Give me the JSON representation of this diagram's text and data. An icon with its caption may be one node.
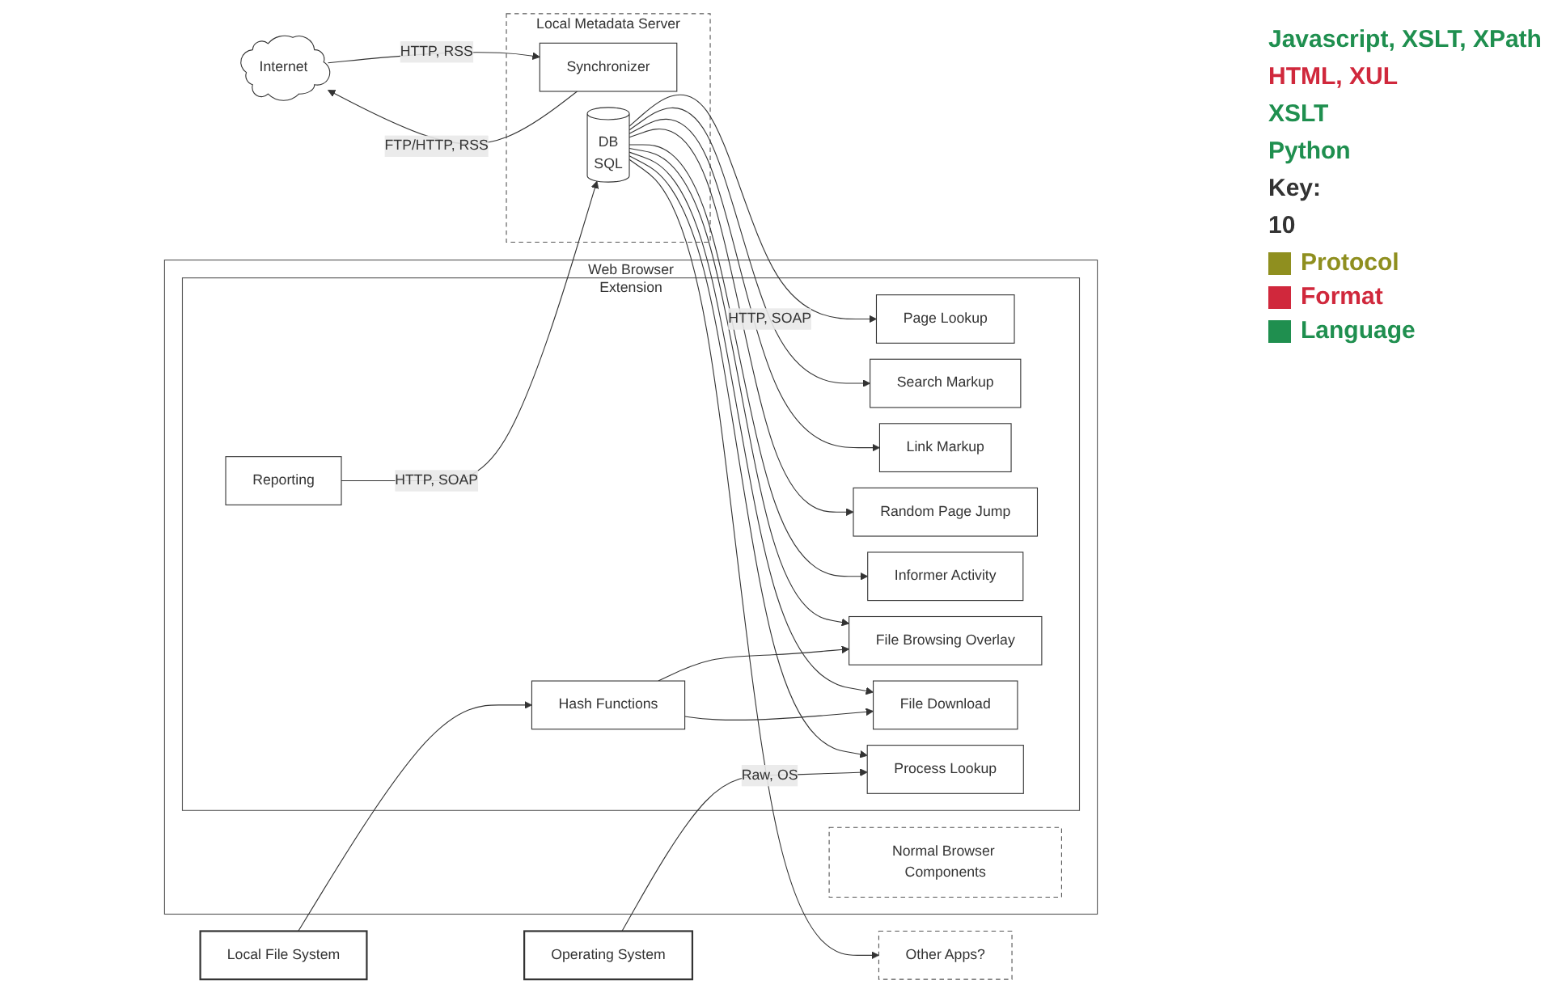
{
  "diagram": {
    "nodes": [
      {
        "text": [
          "Web Browser"
        ]
      },
      {
        "text": [
          "Normal Browser Components"
        ],
        "in": 0
      },
      {
        "text": [
          "Extension"
        ],
        "in": 0
      },
      {
        "text": [
          "Reporting"
        ],
        "in": 2
      },
      {
        "text": [
          "Page Lookup"
        ],
        "in": 2
      },
      {
        "text": [
          "Search Markup"
        ],
        "in": 2
      },
      {
        "text": [
          "Link Markup"
        ],
        "in": 2
      },
      {
        "text": [
          "Random Page Jump"
        ],
        "in": 2
      },
      {
        "text": [
          "Informer Activity"
        ],
        "in": 2
      },
      {
        "text": [
          "File Browsing Overlay"
        ],
        "in": 2
      },
      {
        "text": [
          "File Download"
        ],
        "in": 2
      },
      {
        "text": [
          "Hash Functions"
        ],
        "in": 2
      },
      {
        "text": [
          "Process Lookup"
        ],
        "in": 2
      },
      {
        "text": [
          "Internet"
        ]
      },
      {
        "text": [
          "Local Metadata Server"
        ]
      },
      {
        "text": [
          "Synchronizer"
        ],
        "in": 14
      },
      {
        "text": [
          "DB",
          "SQL"
        ],
        "in": 14
      },
      {
        "text": [
          "Other Apps?"
        ]
      },
      {
        "text": [
          "Local File System"
        ]
      },
      {
        "text": [
          "Operating System"
        ]
      }
    ],
    "edges": [
      {
        "from": 3,
        "to": 16,
        "arrow": "to",
        "label": "HTTP, SOAP"
      },
      {
        "from": 16,
        "to": 4,
        "arrow": "to",
        "label": "HTTP, SOAP"
      },
      {
        "from": 16,
        "to": 5,
        "arrow": "to"
      },
      {
        "from": 16,
        "to": 6,
        "arrow": "to"
      },
      {
        "from": 16,
        "to": 7,
        "arrow": "to"
      },
      {
        "from": 16,
        "to": 8,
        "arrow": "to"
      },
      {
        "from": 16,
        "to": 9,
        "arrow": "to"
      },
      {
        "from": 16,
        "to": 10,
        "arrow": "to"
      },
      {
        "from": 16,
        "to": 12,
        "arrow": "to"
      },
      {
        "from": 15,
        "to": 13,
        "arrow": "to",
        "label": "FTP/HTTP, RSS"
      },
      {
        "from": 13,
        "to": 15,
        "arrow": "to",
        "label": "HTTP, RSS"
      },
      {
        "from": 16,
        "to": 17,
        "arrow": "to"
      },
      {
        "from": 18,
        "to": 11,
        "arrow": "to"
      },
      {
        "from": 11,
        "to": 9,
        "arrow": "to"
      },
      {
        "from": 11,
        "to": 10,
        "arrow": "to"
      },
      {
        "from": 19,
        "to": 12,
        "arrow": "to",
        "label": "Raw, OS"
      }
    ],
    "labels": [
      "Javascript, XSLT, XPath",
      "HTML, XUL",
      "XSLT",
      "Python",
      "Key:",
      "10"
    ],
    "legend": [
      {
        "text": "Protocol",
        "color": "#8f8f1f"
      },
      {
        "text": "Format",
        "color": "#d0283c"
      },
      {
        "text": "Language",
        "color": "#1f8f4f"
      }
    ]
  }
}
